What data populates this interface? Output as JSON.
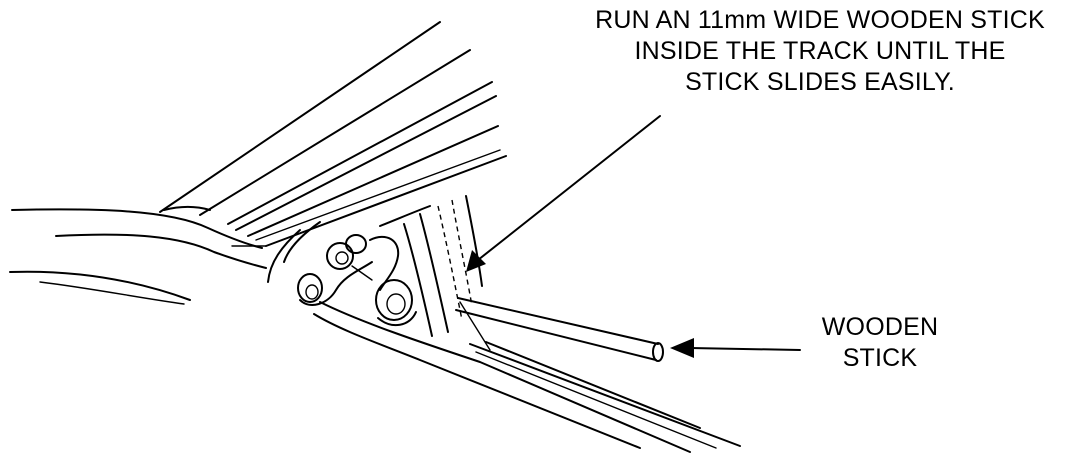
{
  "callouts": {
    "track_instruction": {
      "lines": [
        "RUN AN 11mm WIDE WOODEN STICK",
        "INSIDE THE TRACK UNTIL THE",
        "STICK SLIDES EASILY."
      ]
    },
    "stick_label": {
      "lines": [
        "WOODEN",
        "STICK"
      ]
    }
  },
  "colors": {
    "ink": "#000000",
    "background": "#ffffff"
  }
}
